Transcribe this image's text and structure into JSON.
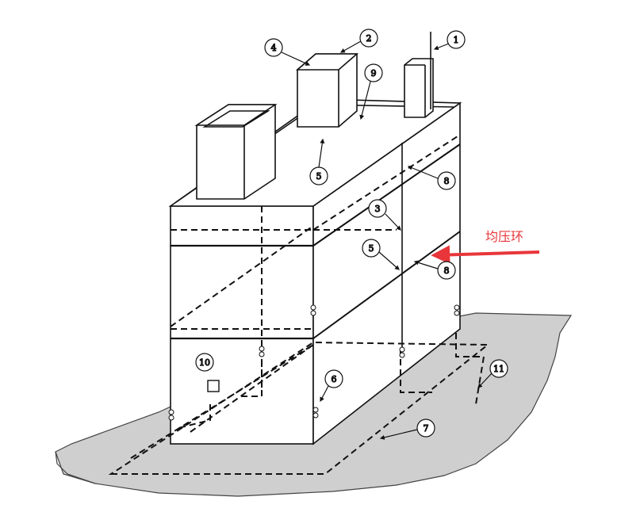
{
  "annotation": {
    "label": "均压环",
    "color": "#e8363a"
  },
  "callouts": [
    "1",
    "2",
    "3",
    "4",
    "5",
    "5",
    "6",
    "7",
    "8",
    "8",
    "9",
    "10",
    "11"
  ],
  "colors": {
    "line": "#111111",
    "ground": "#cfcfcf",
    "ground_edge": "#444444"
  }
}
